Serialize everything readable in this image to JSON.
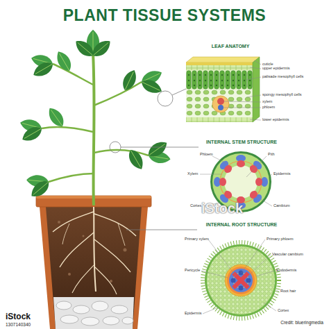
{
  "diagram": {
    "title": "PLANT TISSUE SYSTEMS",
    "nodes": [
      {
        "text": [
          "LEAF ANATOMY"
        ]
      },
      {
        "text": [
          "INTERNAL STEM STRUCTURE"
        ]
      },
      {
        "text": [
          "INTERNAL ROOT STRUCTURE"
        ]
      }
    ],
    "labels": [
      "cuticle",
      "upper epidermis",
      "palisade mesophyll cells",
      "spongy mesophyll cells",
      "xylem",
      "phloem",
      "lower epidermis",
      "Phloem",
      "Pith",
      "Xylem",
      "Epidermis",
      "Cortex",
      "Cambium",
      "Primary xylem",
      "Primary phloem",
      "Vascular cambium",
      "Pericycle",
      "Endodermis",
      "Root hair",
      "Epidermis",
      "Cortex",
      "iStock",
      "iStock",
      "Credit: blueringmedia",
      "1307140340"
    ]
  }
}
